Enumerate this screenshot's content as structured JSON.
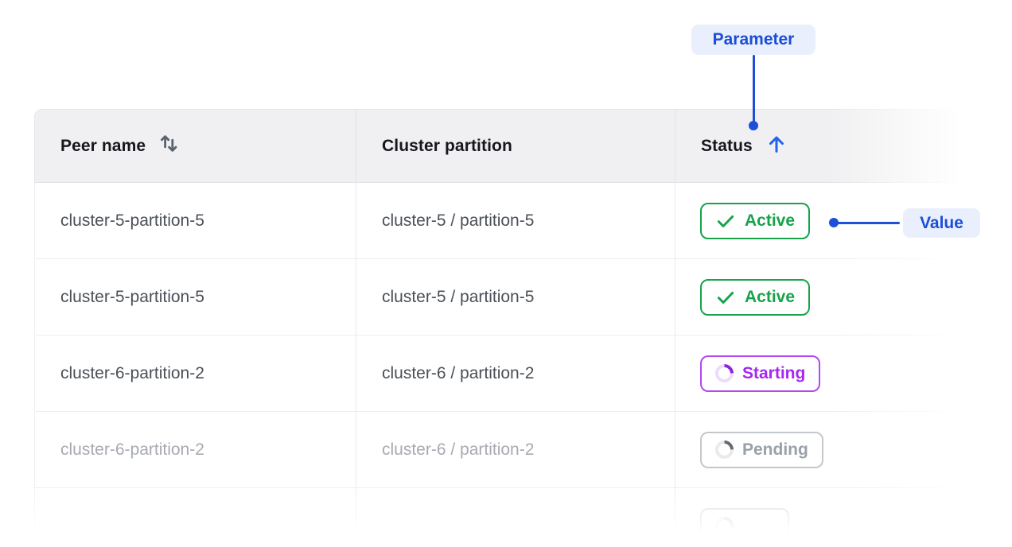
{
  "annotations": {
    "parameter": {
      "label": "Parameter"
    },
    "value": {
      "label": "Value"
    }
  },
  "table": {
    "header": {
      "peer_name": "Peer name",
      "cluster_partition": "Cluster partition",
      "status": "Status",
      "peer_sort_icon": "sort-updown-icon",
      "status_sort_icon": "arrow-up-icon",
      "status_sort_direction": "ascending"
    },
    "rows": [
      {
        "peer_name": "cluster-5-partition-5",
        "cluster_partition": "cluster-5 / partition-5",
        "status": "Active",
        "status_kind": "active",
        "dimmed": false,
        "partial": false
      },
      {
        "peer_name": "cluster-5-partition-5",
        "cluster_partition": "cluster-5 / partition-5",
        "status": "Active",
        "status_kind": "active",
        "dimmed": false,
        "partial": false
      },
      {
        "peer_name": "cluster-6-partition-2",
        "cluster_partition": "cluster-6 / partition-2",
        "status": "Starting",
        "status_kind": "starting",
        "dimmed": false,
        "partial": false
      },
      {
        "peer_name": "cluster-6-partition-2",
        "cluster_partition": "cluster-6 / partition-2",
        "status": "Pending",
        "status_kind": "pending",
        "dimmed": true,
        "partial": false
      },
      {
        "peer_name": "",
        "cluster_partition": "",
        "status": "",
        "status_kind": "pending",
        "dimmed": true,
        "partial": true
      }
    ]
  },
  "colors": {
    "annotation_blue": "#1d4fd8",
    "annotation_bg": "#e9effc",
    "active_green": "#16a34a",
    "starting_purple": "#a527f0",
    "pending_gray": "#9aa0a9",
    "header_bg": "#f0f0f2",
    "sort_arrow_blue": "#2563eb",
    "sort_icon_gray": "#5b6270"
  }
}
